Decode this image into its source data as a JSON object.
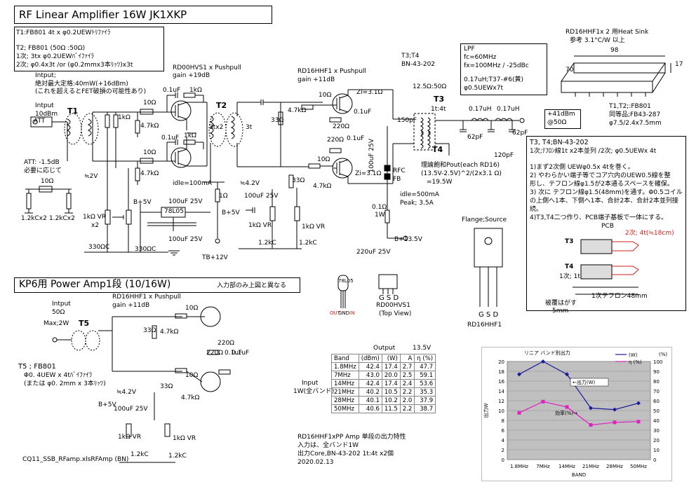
{
  "header": {
    "title": "RF Linear Amplifier 16W    JK1XKP",
    "section2_title": "KP6用  Power Amp1段 (10/16W)",
    "section2_note": "入力部のみ上図と異なる"
  },
  "transformer_notes": {
    "line1": "T1:FB801 4t x φ0.2UEWﾄﾘﾌｧｲﾗ",
    "line2": "T2; FB801 (50Ω :50Ω)",
    "line3": "1次; 3tx φ0.2UEWﾊﾞｲﾌｧｲﾗ",
    "line4": "2次; φ0.4x3t /or (φ0.2mmx3本ﾘｯﾂ)x3t"
  },
  "input_notes": {
    "l1": "Intput;",
    "l2": "絶対最大定格:40mW(+16dBm)",
    "l3": "(これを超えるとFET破損の可能性あり)",
    "l4": "Intput",
    "l5": "10dBm",
    "att": "ATT",
    "att_note1": "ATT: -1.5dB",
    "att_note2": "必要に応じて"
  },
  "stage1": {
    "device": "RD00HVS1  x Pushpull",
    "gain": "gain +19dB",
    "idle": "idle=100mA",
    "t1": "T1",
    "t2": "T2",
    "turns_3tx2": "3tx2",
    "turns_3t": "3t",
    "c_01uF_a": "0.1uF",
    "c_01uF_b": "0.1uF",
    "r_1k_a": "1kΩ",
    "r_1k_b": "1kΩ",
    "r_10_a": "10Ω",
    "r_10_b": "10Ω",
    "r_47k_a": "4.7kΩ",
    "r_47k_b": "4.7kΩ",
    "r_1k_c": "1kΩ",
    "v_2v": "≒2V",
    "r_1k_vr": "1kΩ VR",
    "x2": "x2",
    "r_330_a": "330ΩC",
    "r_330_b": "330ΩC",
    "r_1_ohm": "1Ω",
    "b5v": "B+5V",
    "reg": "78L05",
    "c_100uF": "100uF 25V",
    "c_100uF_b": "100uF 25V",
    "tb12": "TB+12V",
    "att_r": "10Ω",
    "att_12k_a": "1.2kCx2",
    "att_12k_b": "1.2kCx2"
  },
  "stage2": {
    "device": "RD16HHF1  x Pushpull",
    "gain": "gain +11dB",
    "r_10_a": "10Ω",
    "r_10_b": "10Ω",
    "zi_a": "Zi=3.1Ω",
    "zi_b": "Zi=3.1Ω",
    "c_01uF_a": "0.1uF",
    "c_01uF_b": "0.1uF",
    "r_220_a": "220Ω",
    "r_220_b": "220Ω",
    "r_47k_a": "4.7kΩ",
    "r_47k_b": "4.7kΩ",
    "r_33_a": "33Ω",
    "r_33_b": "33Ω",
    "v_42": "≒4.2V",
    "b5v": "B+5V",
    "c_100uF": "100uF 25V",
    "r_1k_vr_a": "1kΩ VR",
    "r_1k_vr_b": "1kΩ VR",
    "r_12k_a": "1.2kC",
    "r_12k_b": "1.2kC",
    "c_100uF_v": "100uF 25V",
    "rfc": "RFC",
    "fb": "FB",
    "idle": "idle=500mA",
    "peak": "Peak; 3.5A",
    "r_01": "0.1Ω",
    "w1": "1W",
    "c_220uF": "220uF 25V",
    "b135": "B+13.5V",
    "theory1": "理論飽和Pout(each RD16)",
    "theory2": "(13.5V-2.5V)^2/(2x3.1 Ω)",
    "theory3": "=19.5W"
  },
  "output": {
    "t3t4": "T3;T4",
    "bn": "BN-43-202",
    "ratio": "12.5Ω:50Ω",
    "t3": "T3",
    "t4": "T4",
    "turns": "1t:4t",
    "c_150p": "150pF",
    "l_017_a": "0.17uH",
    "l_017_b": "0.17uH",
    "c_62p_a": "62pF",
    "c_62p_b": "62pF",
    "c_120p": "120pF",
    "lpf1": "LPF",
    "lpf2": "fc=60MHz",
    "lpf3": "fx=100MHz / -25dBc",
    "lpf4": "0.17uH;T37-#6(黄)",
    "lpf5": "φ0.5UEWx7t",
    "pout1": "+41dBm",
    "pout2": "@50Ω"
  },
  "heatsink": {
    "l1": "RD16HHF1x 2 用Heat Sink",
    "l2": "参考  3.1°C/W 以上",
    "w": "98",
    "d": "70",
    "h": "17",
    "core1": "T1,T2;:FB801",
    "core2": "同等品;FB43-287",
    "core3": "φ7.5/2.4x7.5mm"
  },
  "t3t4_box": {
    "title": "T3, T4;BN-43-202",
    "sub": "1次;ﾃﾌﾛﾝ線1t x2本並列 /2次; φ0.5UEWx 4t",
    "s1": "1)まず2次側 UEWφ0.5x  4tを巻く。",
    "s2": "2) やわらかい端子等でコア穴内のUEW0.5線を整",
    "s2b": "形し、テフロン線φ1.5が2本通るスペースを確保。",
    "s3": "3) 次に  テフロン線φ1.5(48mm)を通す。Φ0.5コイル",
    "s3b": "の上側へ1本、下側へ1本、合計2本、合計2本並列接",
    "s3c": "続。",
    "s4": "4)T3,T4二つ作り、PCB端子基板で一体にする。",
    "pcb": "PCB",
    "sec2": "2次; 4t(≒18cm)",
    "t3": "T3",
    "t4": "T4",
    "prim": "1次; 1t",
    "teflon": "1次テフロン48mm",
    "strip1": "被覆はがす",
    "strip2": "5mm"
  },
  "packages": {
    "flange": "Flange;Source",
    "reg": "78L05",
    "pins": [
      "OUT",
      "GND",
      "IN"
    ],
    "gsd1": "G S D",
    "rd00": "RD00HVS1",
    "top": "(Top View)",
    "gsd2": "G S D",
    "rd16": "RD16HHF1"
  },
  "kp6": {
    "device": "RD16HHF1  x Pushpull",
    "gain": "gain +11dB",
    "in1": "Intput",
    "in2": "50Ω",
    "in3": "Max;2W",
    "t5": "T5",
    "t5a": "T5 ; FB801",
    "t5b": "Φ0. 4UEW x 4tﾊﾞｲﾌｧｲﾗ",
    "t5c": "(または φ0. 2mm x 3本ﾘｯﾂ)",
    "r_10_a": "10Ω",
    "r_10_b": "10Ω",
    "c_01_a": "0.1uF",
    "c_01_b": "0.1uF",
    "r_220_a": "220Ω",
    "r_220_b": "220Ω",
    "r_47_a": "4.7kΩ",
    "r_47_b": "4.7kΩ",
    "r_33_a": "33Ω",
    "r_33_b": "33Ω",
    "v42": "≒4.2V",
    "b5v": "B+5V",
    "c_100": "100uF 25V",
    "vr_a": "1kΩ VR",
    "vr_b": "1kΩ VR",
    "c12_a": "1.2kC",
    "c12_b": "1.2kC",
    "file": "CQ11_SSB_RFamp.xlsRFAmp (BN)"
  },
  "table": {
    "title_output": "Output",
    "title_v": "13.5V",
    "headers": [
      "Band",
      "(dBm)",
      "(W)",
      "A",
      "η (%)"
    ],
    "input1": "Input",
    "input2": "1W(全バンド)",
    "rows": [
      [
        "1.8MHz",
        "42.4",
        "17.4",
        "2.7",
        "47.7"
      ],
      [
        "7MHz",
        "43.0",
        "20.0",
        "2.5",
        "59.1"
      ],
      [
        "14MHz",
        "42.4",
        "17.4",
        "2.4",
        "53.6"
      ],
      [
        "21MHz",
        "40.2",
        "10.5",
        "2.2",
        "35.3"
      ],
      [
        "28MHz",
        "40.1",
        "10.2",
        "2.0",
        "37.9"
      ],
      [
        "50MHz",
        "40.6",
        "11.5",
        "2.2",
        "38.7"
      ]
    ],
    "note1": "RD16HHF1xPP Amp 単段の出力特性",
    "note2": "入力は、全バンド1W",
    "note3": "出力Core,BN-43-202 1t:4t x2個",
    "note4": "2020.02.13"
  },
  "chart_data": {
    "type": "line",
    "title": "リニア バンド別出力",
    "categories": [
      "1.8MHz",
      "7MHz",
      "14MHz",
      "21MHz",
      "28MHz",
      "50MHz"
    ],
    "series": [
      {
        "name": "(W)",
        "color": "#1a1a9a",
        "axis": "left",
        "values": [
          17.4,
          20.0,
          17.4,
          10.5,
          10.2,
          11.5
        ]
      },
      {
        "name": "η (%)",
        "color": "#e020c0",
        "axis": "right",
        "values": [
          47.7,
          59.1,
          53.6,
          35.3,
          37.9,
          38.7
        ]
      }
    ],
    "xlabel": "BAND",
    "ylabel": "出力W",
    "ylabel_right": "(%)",
    "ylim": [
      0,
      20
    ],
    "ylim_right": [
      0,
      100
    ],
    "yticks": [
      0,
      2,
      4,
      6,
      8,
      10,
      12,
      14,
      16,
      18,
      20
    ],
    "yticks_right": [
      0,
      10,
      20,
      30,
      40,
      50,
      60,
      70,
      80,
      90,
      100
    ],
    "annotations": [
      "←出力(W)",
      "効率(%)→"
    ],
    "legend": "top-right"
  }
}
